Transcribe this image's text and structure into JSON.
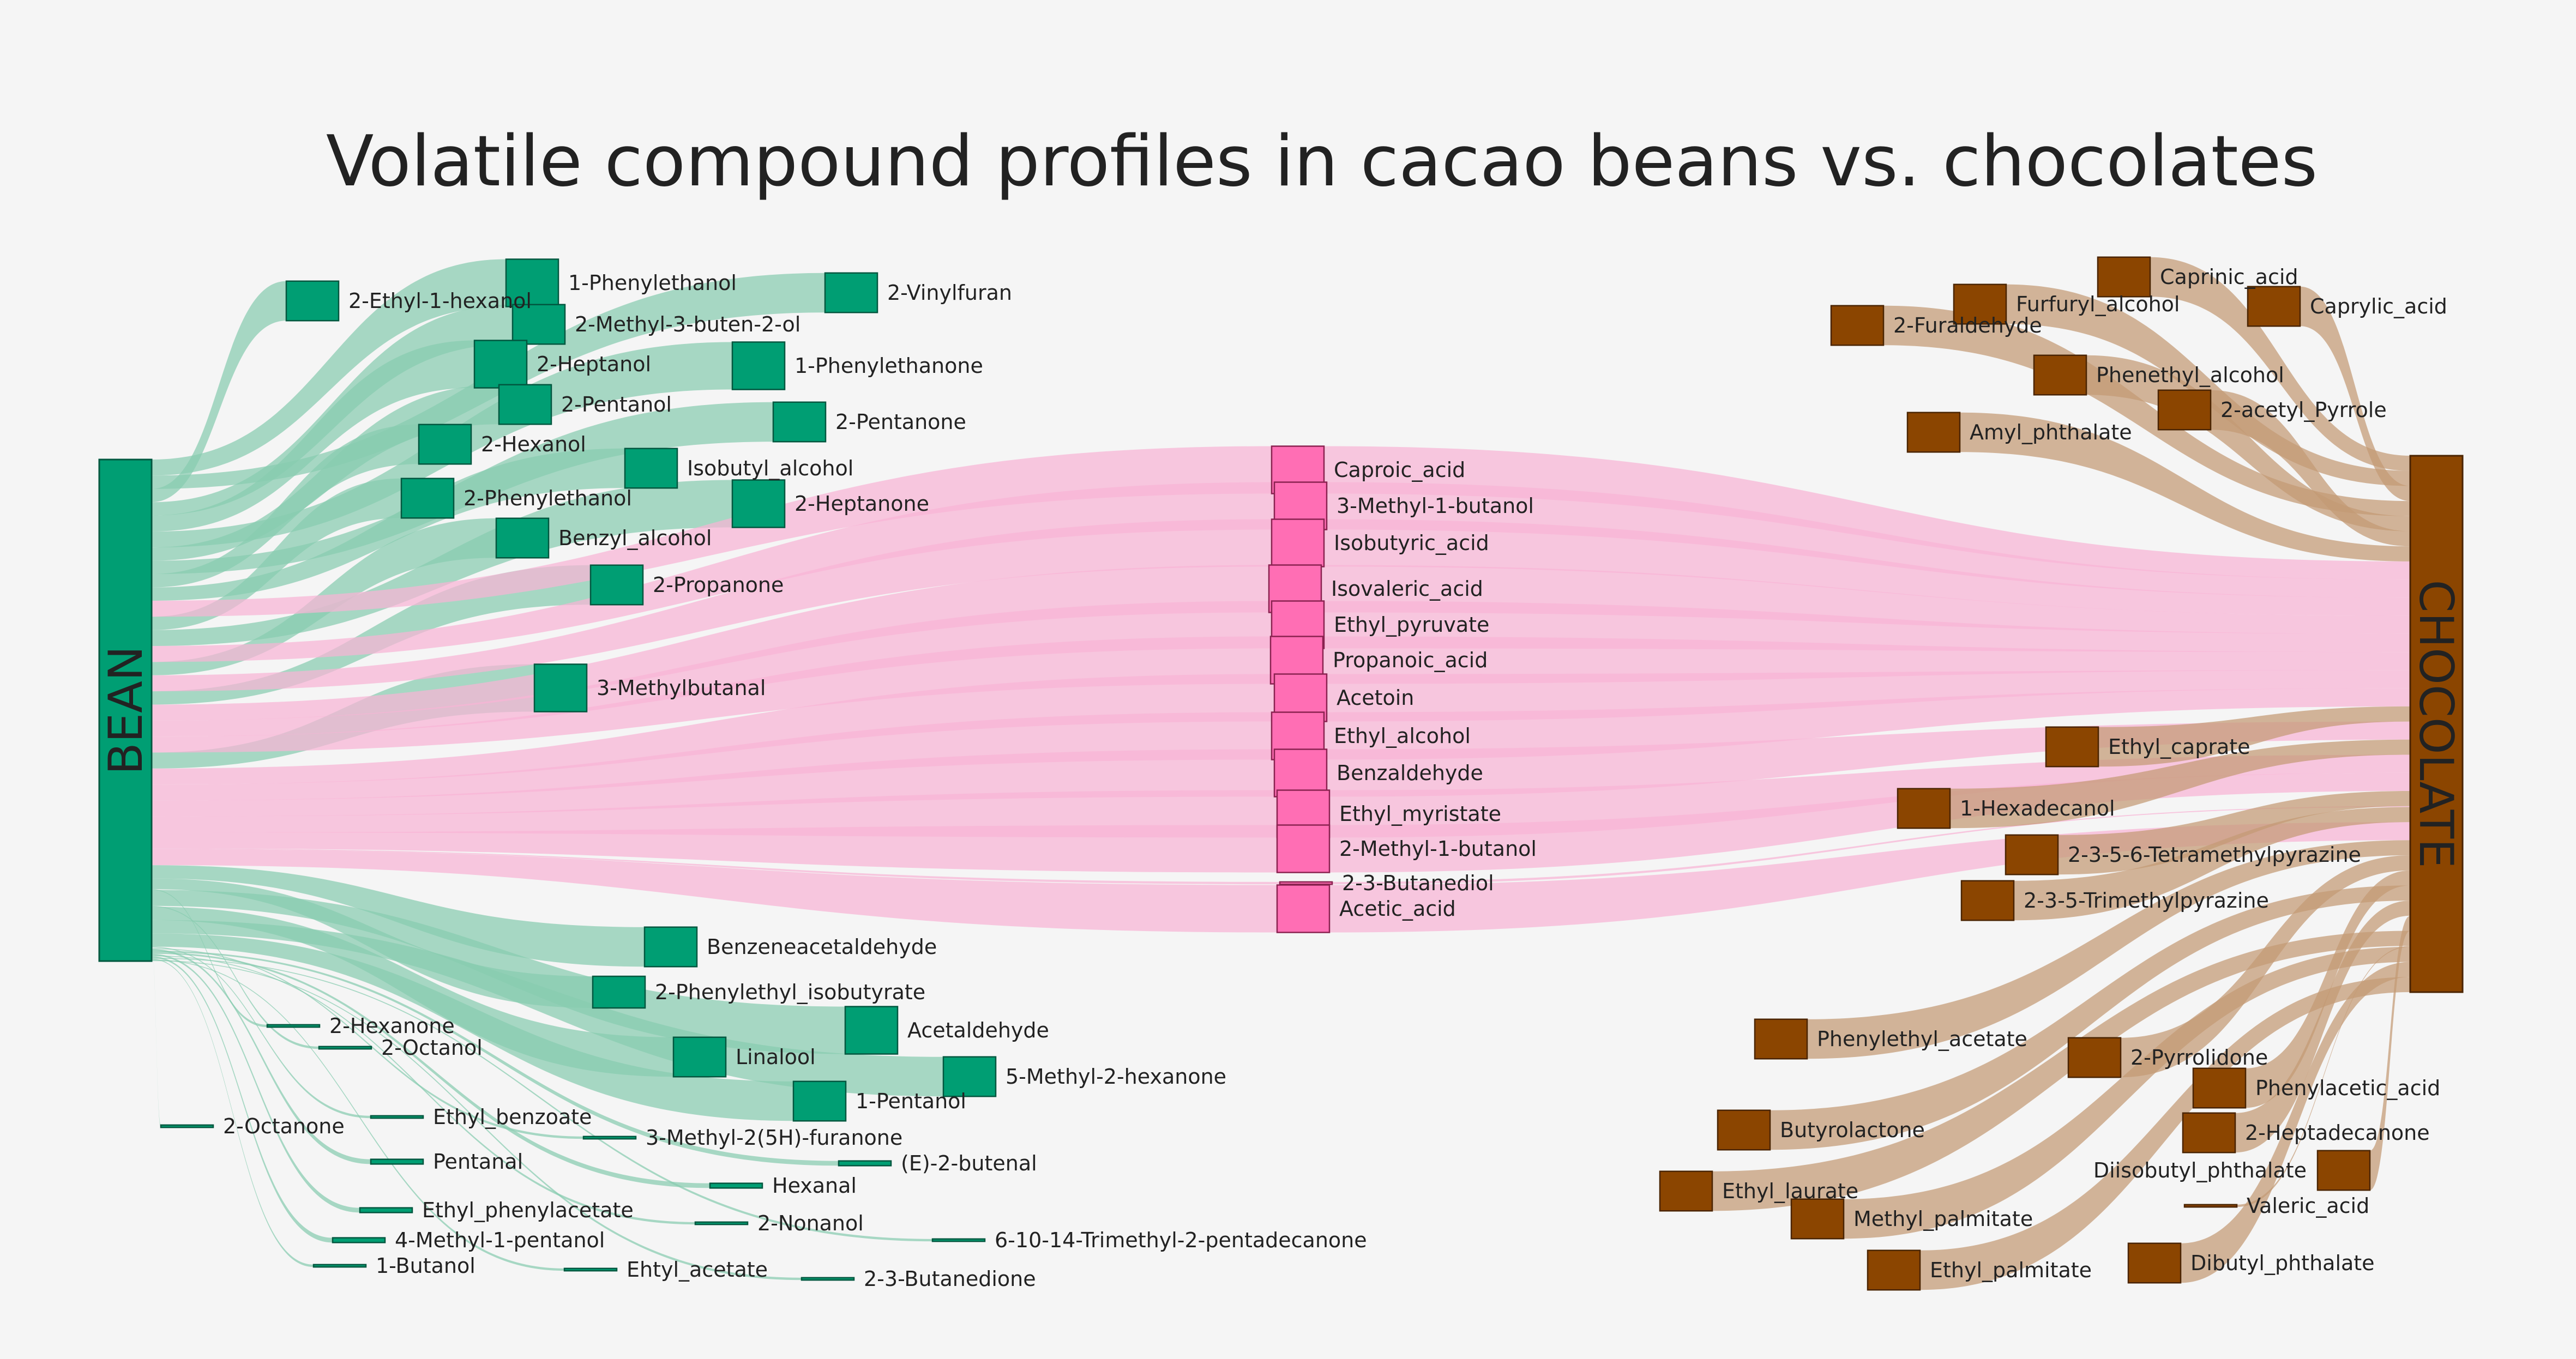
{
  "title": "Volatile compound profiles in cacao beans vs. chocolates",
  "colors": {
    "bean": "#009e73",
    "bean_link": "#88ccb0",
    "shared": "#ff6eb4",
    "shared_link": "#f8b4d5",
    "chocolate": "#8b4500",
    "chocolate_link": "#c49a74",
    "background": "#f5f5f5"
  },
  "chart_data": {
    "type": "sankey",
    "sources": [
      {
        "id": "BEAN",
        "label": "BEAN",
        "color": "#009e73"
      }
    ],
    "targets": [
      {
        "id": "CHOCOLATE",
        "label": "CHOCOLATE",
        "color": "#8b4500"
      }
    ],
    "bean_nodes": [
      {
        "label": "2-Ethyl-1-hexanol",
        "value": 2.5
      },
      {
        "label": "1-Phenylethanol",
        "value": 3.0
      },
      {
        "label": "2-Vinylfuran",
        "value": 2.5
      },
      {
        "label": "2-Methyl-3-buten-2-ol",
        "value": 2.5
      },
      {
        "label": "2-Heptanol",
        "value": 3.0
      },
      {
        "label": "1-Phenylethanone",
        "value": 3.0
      },
      {
        "label": "2-Pentanol",
        "value": 2.5
      },
      {
        "label": "2-Pentanone",
        "value": 2.5
      },
      {
        "label": "2-Hexanol",
        "value": 2.5
      },
      {
        "label": "Isobutyl_alcohol",
        "value": 2.5
      },
      {
        "label": "2-Phenylethanol",
        "value": 2.5
      },
      {
        "label": "2-Heptanone",
        "value": 3.0
      },
      {
        "label": "Benzyl_alcohol",
        "value": 2.5
      },
      {
        "label": "2-Propanone",
        "value": 2.5
      },
      {
        "label": "3-Methylbutanal",
        "value": 3.0
      },
      {
        "label": "Benzeneacetaldehyde",
        "value": 2.5
      },
      {
        "label": "2-Phenylethyl_isobutyrate",
        "value": 2.0
      },
      {
        "label": "Acetaldehyde",
        "value": 3.0
      },
      {
        "label": "Linalool",
        "value": 2.5
      },
      {
        "label": "5-Methyl-2-hexanone",
        "value": 2.5
      },
      {
        "label": "1-Pentanol",
        "value": 2.5
      },
      {
        "label": "2-Hexanone",
        "value": 0.15
      },
      {
        "label": "2-Octanol",
        "value": 0.15
      },
      {
        "label": "Ethyl_benzoate",
        "value": 0.15
      },
      {
        "label": "2-Octanone",
        "value": 0.15
      },
      {
        "label": "3-Methyl-2(5H)-furanone",
        "value": 0.15
      },
      {
        "label": "Pentanal",
        "value": 0.3
      },
      {
        "label": "(E)-2-butenal",
        "value": 0.3
      },
      {
        "label": "Hexanal",
        "value": 0.3
      },
      {
        "label": "Ethyl_phenylacetate",
        "value": 0.3
      },
      {
        "label": "2-Nonanol",
        "value": 0.15
      },
      {
        "label": "4-Methyl-1-pentanol",
        "value": 0.3
      },
      {
        "label": "6-10-14-Trimethyl-2-pentadecanone",
        "value": 0.15
      },
      {
        "label": "1-Butanol",
        "value": 0.15
      },
      {
        "label": "Ehtyl_acetate",
        "value": 0.15
      },
      {
        "label": "2-3-Butanedione",
        "value": 0.15
      }
    ],
    "shared_nodes": [
      {
        "label": "Caproic_acid",
        "value": 3.0
      },
      {
        "label": "3-Methyl-1-butanol",
        "value": 3.0
      },
      {
        "label": "Isobutyric_acid",
        "value": 3.0
      },
      {
        "label": "Isovaleric_acid",
        "value": 3.0
      },
      {
        "label": "Ethyl_pyruvate",
        "value": 3.0
      },
      {
        "label": "Propanoic_acid",
        "value": 3.0
      },
      {
        "label": "Acetoin",
        "value": 3.0
      },
      {
        "label": "Ethyl_alcohol",
        "value": 3.0
      },
      {
        "label": "Benzaldehyde",
        "value": 3.0
      },
      {
        "label": "Ethyl_myristate",
        "value": 3.0
      },
      {
        "label": "2-Methyl-1-butanol",
        "value": 3.0
      },
      {
        "label": "2-3-Butanediol",
        "value": 0.15
      },
      {
        "label": "Acetic_acid",
        "value": 3.0
      }
    ],
    "chocolate_nodes": [
      {
        "label": "Caprinic_acid",
        "value": 2.5
      },
      {
        "label": "Caprylic_acid",
        "value": 2.5
      },
      {
        "label": "Furfuryl_alcohol",
        "value": 2.5
      },
      {
        "label": "2-Furaldehyde",
        "value": 2.5
      },
      {
        "label": "Phenethyl_alcohol",
        "value": 2.5
      },
      {
        "label": "2-acetyl_Pyrrole",
        "value": 2.5
      },
      {
        "label": "Amyl_phthalate",
        "value": 2.5
      },
      {
        "label": "Ethyl_caprate",
        "value": 2.5
      },
      {
        "label": "1-Hexadecanol",
        "value": 2.5
      },
      {
        "label": "2-3-5-6-Tetramethylpyrazine",
        "value": 2.5
      },
      {
        "label": "2-3-5-Trimethylpyrazine",
        "value": 2.5
      },
      {
        "label": "Phenylethyl_acetate",
        "value": 2.5
      },
      {
        "label": "2-Pyrrolidone",
        "value": 2.5
      },
      {
        "label": "Phenylacetic_acid",
        "value": 2.5
      },
      {
        "label": "Butyrolactone",
        "value": 2.5
      },
      {
        "label": "2-Heptadecanone",
        "value": 2.5
      },
      {
        "label": "Diisobutyl_phthalate",
        "value": 2.5
      },
      {
        "label": "Ethyl_laurate",
        "value": 2.5
      },
      {
        "label": "Valeric_acid",
        "value": 0.15
      },
      {
        "label": "Methyl_palmitate",
        "value": 2.5
      },
      {
        "label": "Ethyl_palmitate",
        "value": 2.5
      },
      {
        "label": "Dibutyl_phthalate",
        "value": 2.5
      }
    ]
  }
}
